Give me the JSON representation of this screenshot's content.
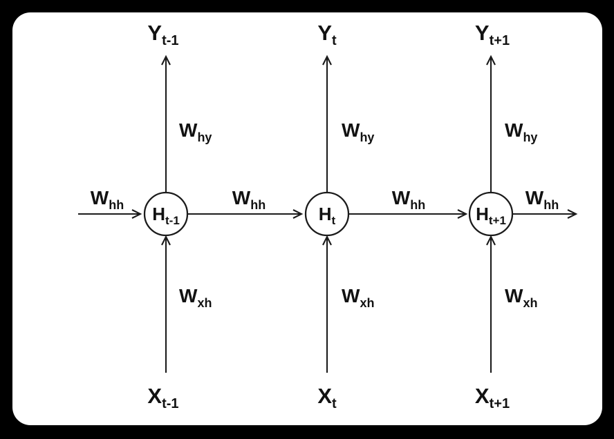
{
  "title": "Unrolled recurrent neural network diagram",
  "colors": {
    "background": "#000000",
    "panel": "#ffffff",
    "ink": "#1b1b1b"
  },
  "diagram": {
    "type": "rnn-unrolled",
    "columns": [
      {
        "id": "t-1",
        "hidden": {
          "main": "H",
          "sub": "t-1"
        },
        "output": {
          "main": "Y",
          "sub": "t-1"
        },
        "input": {
          "main": "X",
          "sub": "t-1"
        },
        "weight_hy": {
          "main": "W",
          "sub": "hy"
        },
        "weight_xh": {
          "main": "W",
          "sub": "xh"
        }
      },
      {
        "id": "t",
        "hidden": {
          "main": "H",
          "sub": "t"
        },
        "output": {
          "main": "Y",
          "sub": "t"
        },
        "input": {
          "main": "X",
          "sub": "t"
        },
        "weight_hy": {
          "main": "W",
          "sub": "hy"
        },
        "weight_xh": {
          "main": "W",
          "sub": "xh"
        }
      },
      {
        "id": "t+1",
        "hidden": {
          "main": "H",
          "sub": "t+1"
        },
        "output": {
          "main": "Y",
          "sub": "t+1"
        },
        "input": {
          "main": "X",
          "sub": "t+1"
        },
        "weight_hy": {
          "main": "W",
          "sub": "hy"
        },
        "weight_xh": {
          "main": "W",
          "sub": "xh"
        }
      }
    ],
    "recurrent_weights": [
      {
        "main": "W",
        "sub": "hh"
      },
      {
        "main": "W",
        "sub": "hh"
      },
      {
        "main": "W",
        "sub": "hh"
      },
      {
        "main": "W",
        "sub": "hh"
      }
    ]
  }
}
